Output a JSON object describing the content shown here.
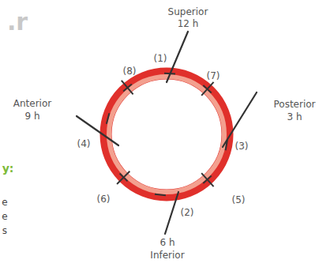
{
  "diagram": {
    "labels": [
      "Superior",
      "12 h",
      "(1)",
      "(8)",
      "(7)",
      "Anterior",
      "9 h",
      "(4)",
      "Posterior",
      "3 h",
      "(3)",
      "(6)",
      "(5)",
      "(2)",
      "6 h",
      "Inferior",
      ".r",
      "y:",
      "e",
      "e",
      "s"
    ]
  }
}
